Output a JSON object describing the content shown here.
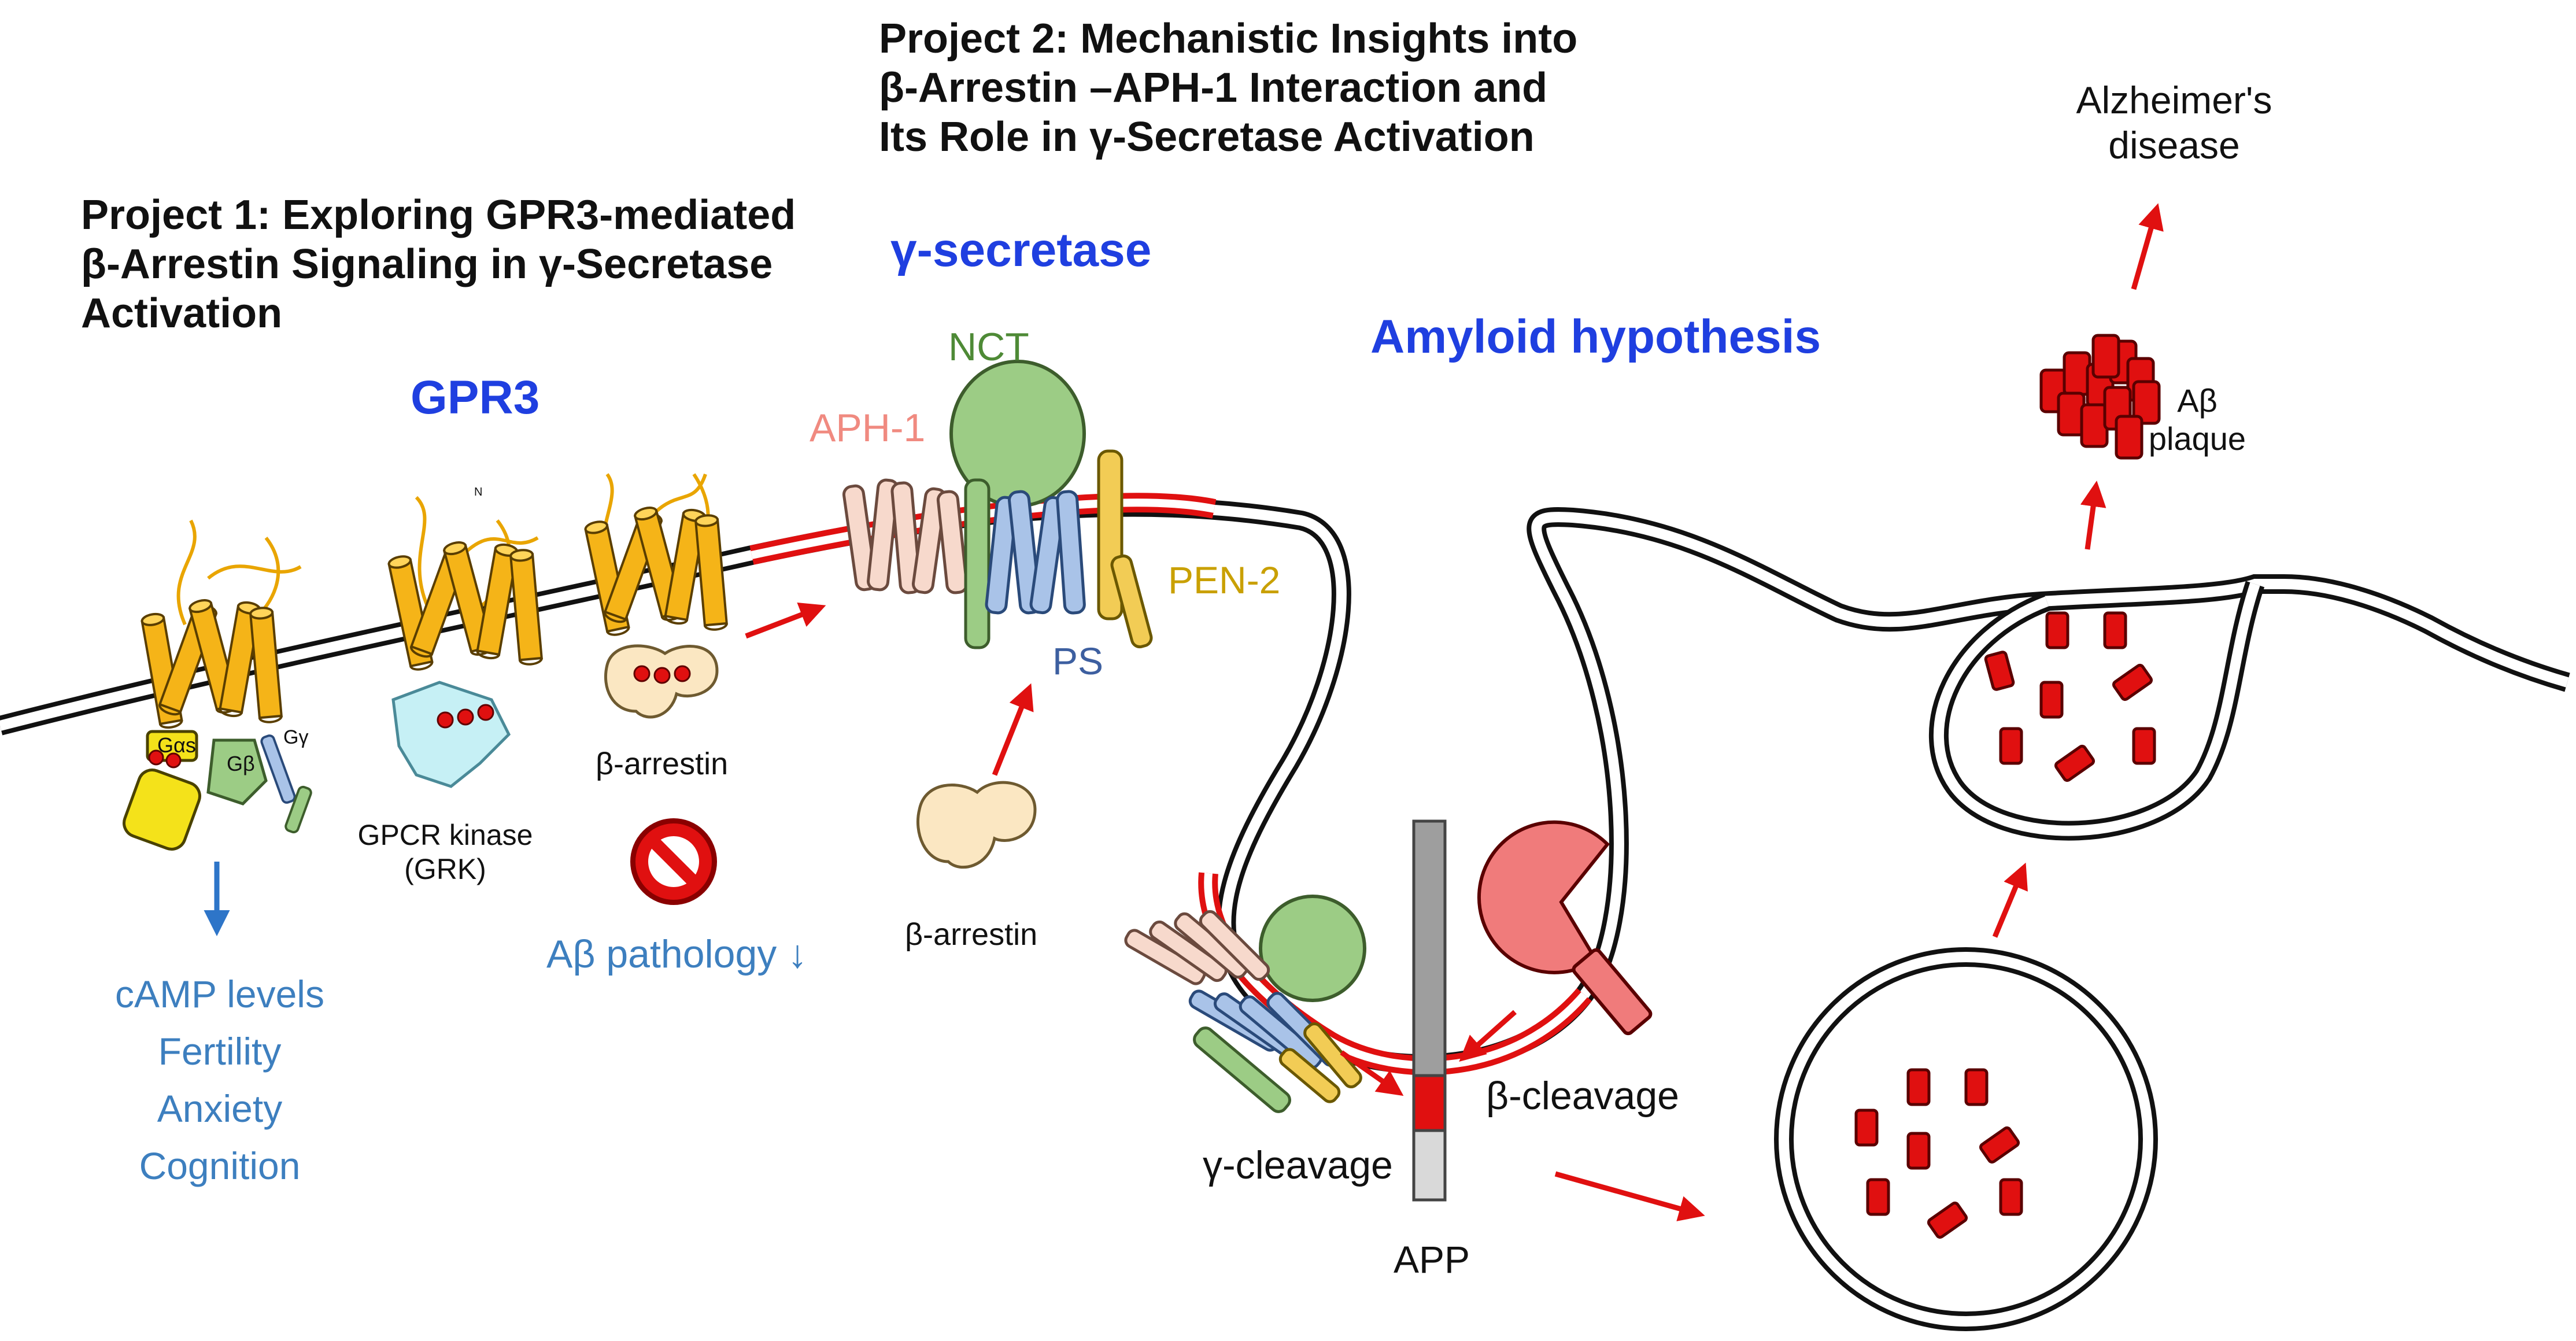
{
  "titles": {
    "project1": [
      "Project 1: Exploring GPR3-mediated",
      "β-Arrestin Signaling in γ-Secretase",
      "Activation"
    ],
    "project2": [
      "Project 2: Mechanistic Insights into",
      "β-Arrestin –APH-1 Interaction and",
      "Its Role in γ-Secretase Activation"
    ]
  },
  "headings": {
    "gpr3": "GPR3",
    "gamma_secretase": "γ-secretase",
    "amyloid": "Amyloid hypothesis"
  },
  "gpr3_panel": {
    "g_alpha": "Gαs",
    "g_beta": "Gβ",
    "g_gamma": "Gγ",
    "n_terminus": "N",
    "grk": [
      "GPCR kinase",
      "(GRK)"
    ],
    "arrestin": "β-arrestin",
    "outcomes": [
      "cAMP levels",
      "Fertility",
      "Anxiety",
      "Cognition"
    ],
    "pathology": "Aβ pathology ↓"
  },
  "secretase_panel": {
    "nct": "NCT",
    "aph1": "APH-1",
    "pen2": "PEN-2",
    "ps": "PS",
    "arrestin": "β-arrestin"
  },
  "amyloid_panel": {
    "gamma_cleavage": "γ-cleavage",
    "beta_cleavage": "β-cleavage",
    "app": "APP",
    "plaque": [
      "Aβ",
      "plaque"
    ],
    "disease": [
      "Alzheimer's",
      "disease"
    ]
  },
  "colors": {
    "heading_blue": "#1f3fe0",
    "outcome_blue": "#3d7fbf",
    "arrow_red": "#e01010",
    "helix_gold": "#f5b418",
    "nct_green": "#9ccc85",
    "ps_blue": "#a9c3e8",
    "aph1_pink": "#f7d9cc",
    "pen2_yellow": "#f2cc55",
    "membrane": "#111111"
  }
}
